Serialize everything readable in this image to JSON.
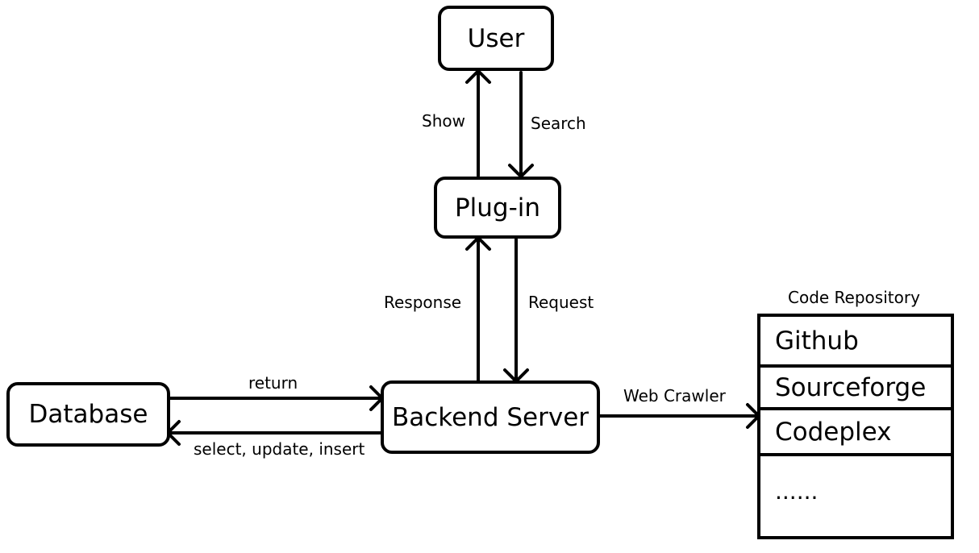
{
  "nodes": {
    "user": "User",
    "plugin": "Plug-in",
    "backend": "Backend Server",
    "database": "Database"
  },
  "edges": {
    "show": "Show",
    "search": "Search",
    "response": "Response",
    "request": "Request",
    "return": "return",
    "select_update_insert": "select, update, insert",
    "web_crawler": "Web Crawler"
  },
  "repository": {
    "title": "Code Repository",
    "items": [
      "Github",
      "Sourceforge",
      "Codeplex",
      "......"
    ]
  }
}
